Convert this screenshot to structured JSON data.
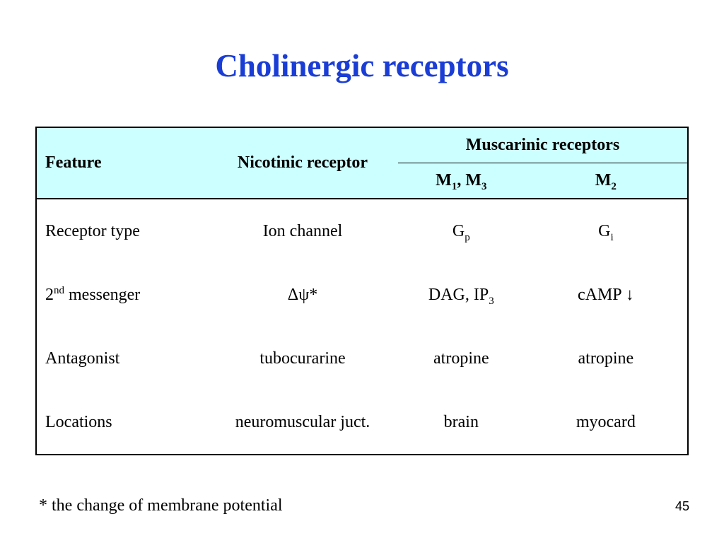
{
  "title": "Cholinergic receptors",
  "table": {
    "header": {
      "feature": "Feature",
      "nicotinic": "Nicotinic receptor",
      "muscarinic": "Muscarinic receptors",
      "m1m3": {
        "m1": "M",
        "m1_sub": "1",
        "sep": ", M",
        "m3_sub": "3"
      },
      "m2": {
        "base": "M",
        "sub": "2"
      }
    },
    "rows": [
      {
        "feature": "Receptor type",
        "nicotinic": "Ion channel",
        "m1m3": {
          "base": "G",
          "sub": "p"
        },
        "m2": {
          "base": "G",
          "sub": "i"
        }
      },
      {
        "feature": {
          "base": "2",
          "sup": "nd",
          "rest": " messenger"
        },
        "nicotinic": "Δψ*",
        "m1m3": {
          "base": "DAG, IP",
          "sub": "3"
        },
        "m2": "cAMP ↓"
      },
      {
        "feature": "Antagonist",
        "nicotinic": "tubocurarine",
        "m1m3": "atropine",
        "m2": "atropine"
      },
      {
        "feature": "Locations",
        "nicotinic": "neuromuscular juct.",
        "m1m3": "brain",
        "m2": "myocard"
      }
    ]
  },
  "footnote": "* the change of membrane potential",
  "page_number": "45",
  "colors": {
    "title": "#1a3dd6",
    "header_bg": "#ccffff"
  }
}
